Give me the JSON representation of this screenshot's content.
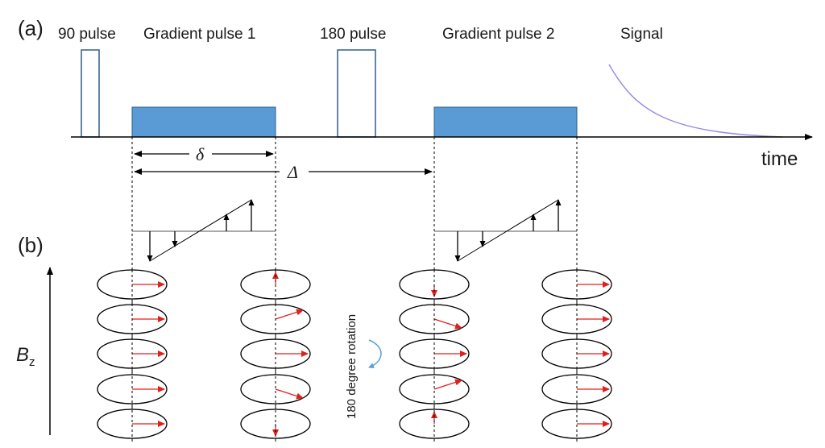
{
  "panel_labels": {
    "a": "(a)",
    "b": "(b)"
  },
  "pulse_labels": {
    "pulse_90": "90 pulse",
    "gradient_1": "Gradient pulse 1",
    "pulse_180": "180 pulse",
    "gradient_2": "Gradient pulse 2",
    "signal": "Signal"
  },
  "axis_label": "time",
  "delta_small": "δ",
  "delta_big": "Δ",
  "rotation_label": "180 degree rotation",
  "field_label": {
    "main": "B",
    "subscript": "z"
  },
  "colors": {
    "gradient_fill": "#5b9bd5",
    "pulse_outline": "#2e5f8a",
    "spin_arrow": "#e0201b",
    "signal_curve": "#9a8fe6",
    "rotation_arrow": "#5b9bd5",
    "ink": "#000000"
  }
}
